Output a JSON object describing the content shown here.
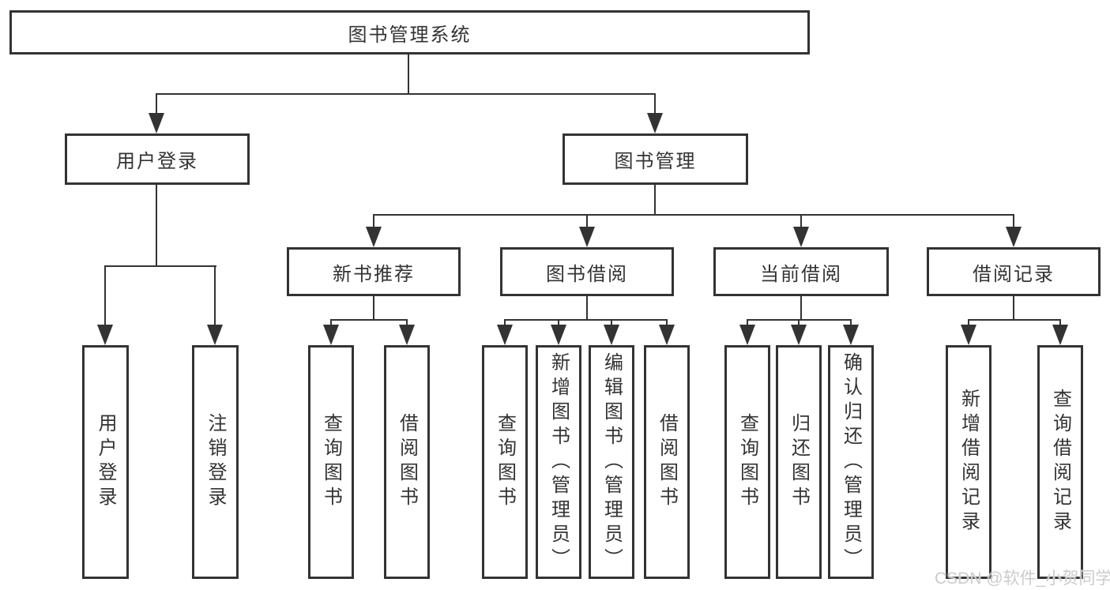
{
  "title": "图书管理系统",
  "watermark": "CSDN @软件_小贺同学",
  "colors": {
    "line": "#333333",
    "text": "#333333",
    "background": "#ffffff",
    "watermark": "#cccccc"
  },
  "tree": {
    "root": {
      "label": "图书管理系统"
    },
    "branches": [
      {
        "label": "用户登录",
        "children": [
          {
            "label": "用户登录"
          },
          {
            "label": "注销登录"
          }
        ]
      },
      {
        "label": "图书管理",
        "children": [
          {
            "label": "新书推荐",
            "children": [
              {
                "label": "查询图书"
              },
              {
                "label": "借阅图书"
              }
            ]
          },
          {
            "label": "图书借阅",
            "children": [
              {
                "label": "查询图书"
              },
              {
                "label": "新增图书（管理员）"
              },
              {
                "label": "编辑图书（管理员）"
              },
              {
                "label": "借阅图书"
              }
            ]
          },
          {
            "label": "当前借阅",
            "children": [
              {
                "label": "查询图书"
              },
              {
                "label": "归还图书"
              },
              {
                "label": "确认归还（管理员）"
              }
            ]
          },
          {
            "label": "借阅记录",
            "children": [
              {
                "label": "新增借阅记录"
              },
              {
                "label": "查询借阅记录"
              }
            ]
          }
        ]
      }
    ]
  }
}
